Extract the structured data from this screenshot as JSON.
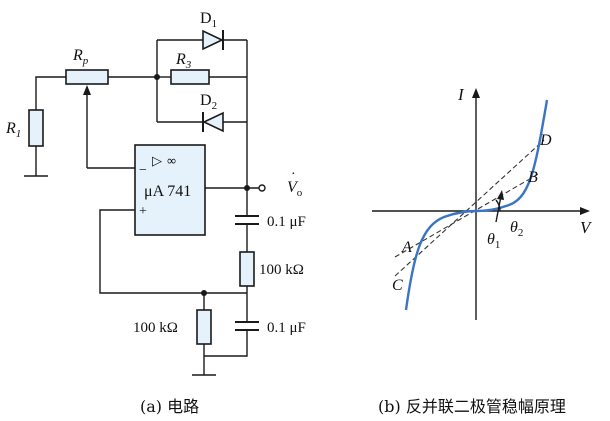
{
  "circuit": {
    "label_d1": "D",
    "label_d1_sub": "1",
    "label_d2": "D",
    "label_d2_sub": "2",
    "label_rp": "R",
    "label_rp_sub": "p",
    "label_r3": "R",
    "label_r3_sub": "3",
    "label_r1": "R",
    "label_r1_sub": "1",
    "label_vo": "V",
    "label_vo_sub": "o",
    "opamp_symbol": "▷ ∞",
    "opamp_name": "μA 741",
    "opamp_minus": "−",
    "opamp_plus": "+",
    "cap1": "0.1 μF",
    "cap2": "0.1 μF",
    "res_series": "100 kΩ",
    "res_parallel": "100 kΩ",
    "caption": "(a) 电路"
  },
  "graph": {
    "axis_i": "I",
    "axis_v": "V",
    "point_a": "A",
    "point_b": "B",
    "point_c": "C",
    "point_d": "D",
    "theta1": "θ",
    "theta1_sub": "1",
    "theta2": "θ",
    "theta2_sub": "2",
    "caption": "(b) 反并联二极管稳幅原理"
  },
  "colors": {
    "curve": "#3a74c4",
    "component_fill": "#e6f2fb",
    "wire": "#1a1a1a"
  }
}
